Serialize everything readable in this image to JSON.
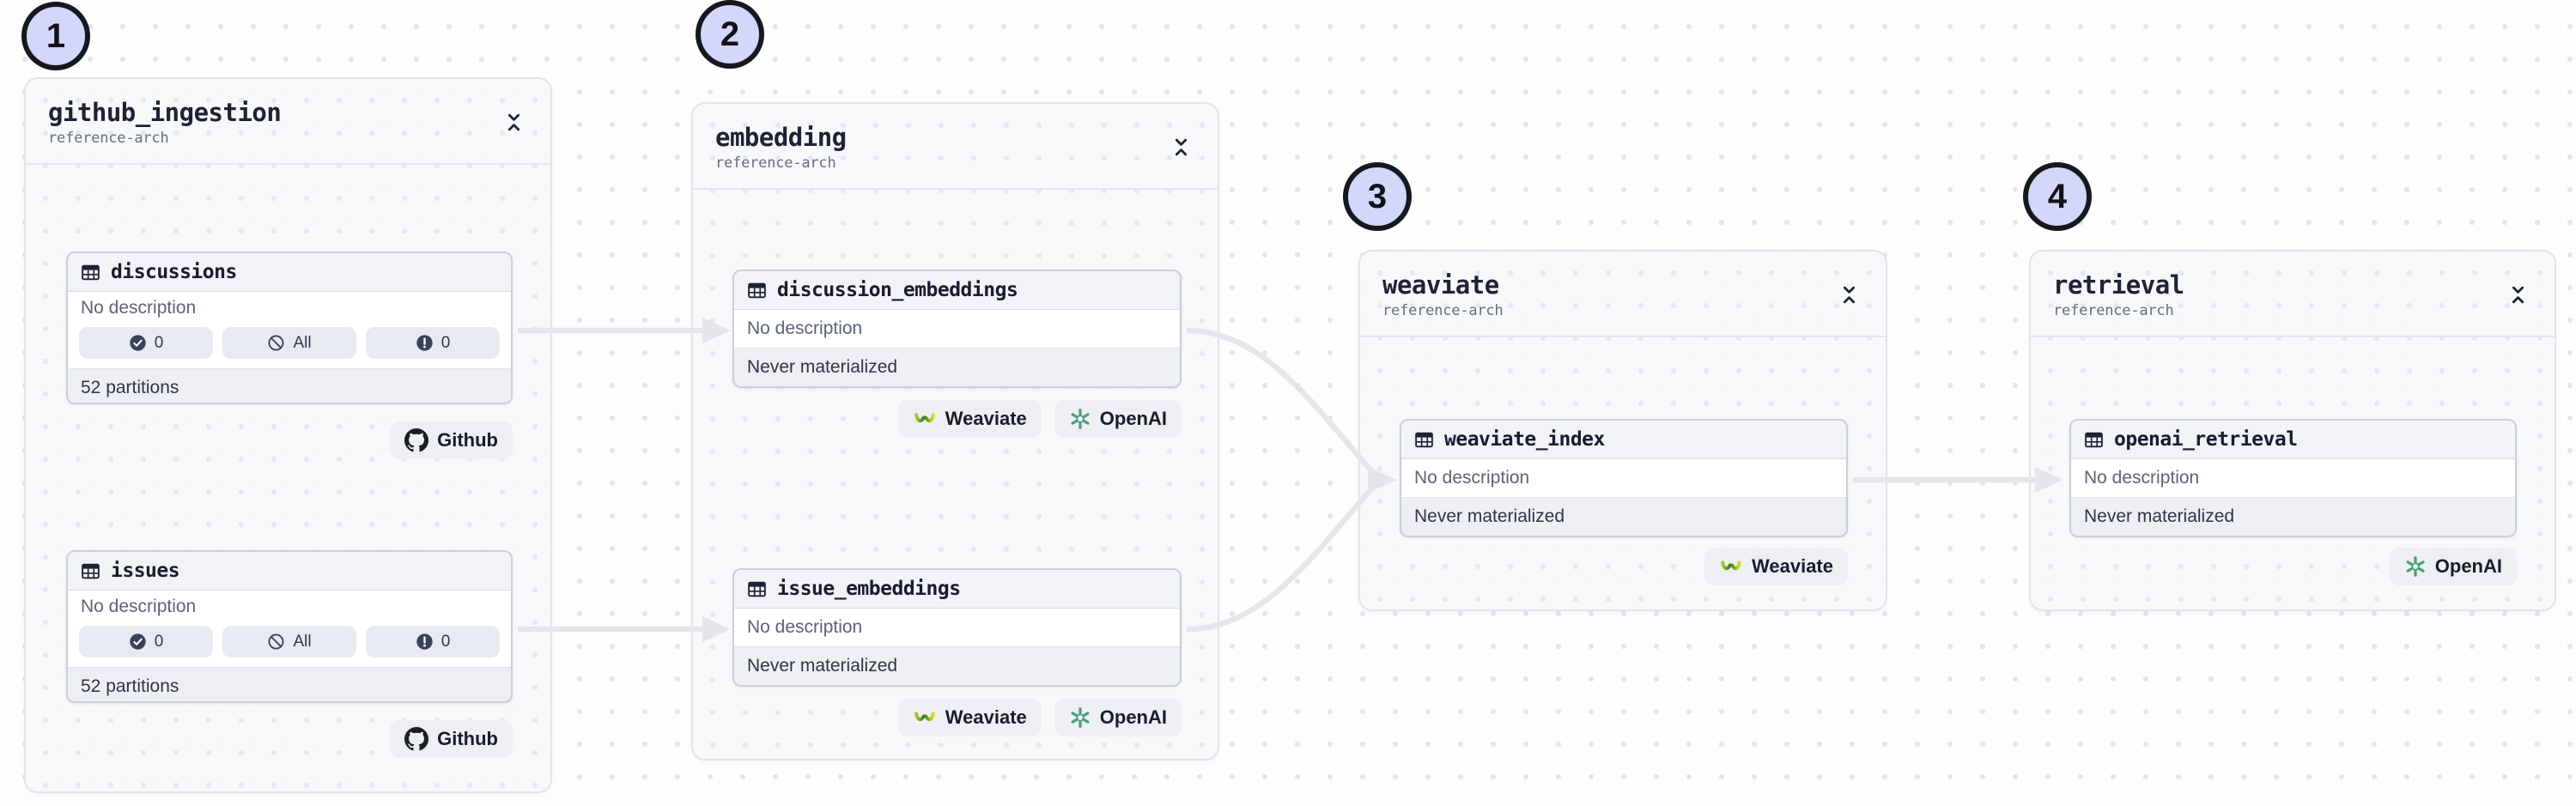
{
  "view": {
    "kind": "asset-lineage-graph"
  },
  "colors": {
    "step_badge_fill": "#d3d7f9",
    "step_badge_border": "#14181f",
    "edge": "#e3e5e9",
    "node_border": "#c9ced8",
    "panel_bg": "#f6f7f9",
    "openai_green": "#4d9e7c",
    "weaviate_green": "#2e7d1e",
    "weaviate_yellow": "#d9e021",
    "github_dark": "#1a1f26"
  },
  "groups": [
    {
      "badge": "1",
      "title": "github_ingestion",
      "subtitle": "reference-arch",
      "assets": [
        {
          "name": "discussions",
          "description": "No description",
          "stats": [
            {
              "icon": "check-circle",
              "value": "0"
            },
            {
              "icon": "slash-circle",
              "value": "All"
            },
            {
              "icon": "alert-circle",
              "value": "0"
            }
          ],
          "footer": "52 partitions",
          "kinds": [
            "Github"
          ]
        },
        {
          "name": "issues",
          "description": "No description",
          "stats": [
            {
              "icon": "check-circle",
              "value": "0"
            },
            {
              "icon": "slash-circle",
              "value": "All"
            },
            {
              "icon": "alert-circle",
              "value": "0"
            }
          ],
          "footer": "52 partitions",
          "kinds": [
            "Github"
          ]
        }
      ]
    },
    {
      "badge": "2",
      "title": "embedding",
      "subtitle": "reference-arch",
      "assets": [
        {
          "name": "discussion_embeddings",
          "description": "No description",
          "footer": "Never materialized",
          "kinds": [
            "Weaviate",
            "OpenAI"
          ]
        },
        {
          "name": "issue_embeddings",
          "description": "No description",
          "footer": "Never materialized",
          "kinds": [
            "Weaviate",
            "OpenAI"
          ]
        }
      ]
    },
    {
      "badge": "3",
      "title": "weaviate",
      "subtitle": "reference-arch",
      "assets": [
        {
          "name": "weaviate_index",
          "description": "No description",
          "footer": "Never materialized",
          "kinds": [
            "Weaviate"
          ]
        }
      ]
    },
    {
      "badge": "4",
      "title": "retrieval",
      "subtitle": "reference-arch",
      "assets": [
        {
          "name": "openai_retrieval",
          "description": "No description",
          "footer": "Never materialized",
          "kinds": [
            "OpenAI"
          ]
        }
      ]
    }
  ],
  "edges": [
    {
      "from": "discussions",
      "to": "discussion_embeddings"
    },
    {
      "from": "issues",
      "to": "issue_embeddings"
    },
    {
      "from": "discussion_embeddings",
      "to": "weaviate_index"
    },
    {
      "from": "issue_embeddings",
      "to": "weaviate_index"
    },
    {
      "from": "weaviate_index",
      "to": "openai_retrieval"
    }
  ]
}
